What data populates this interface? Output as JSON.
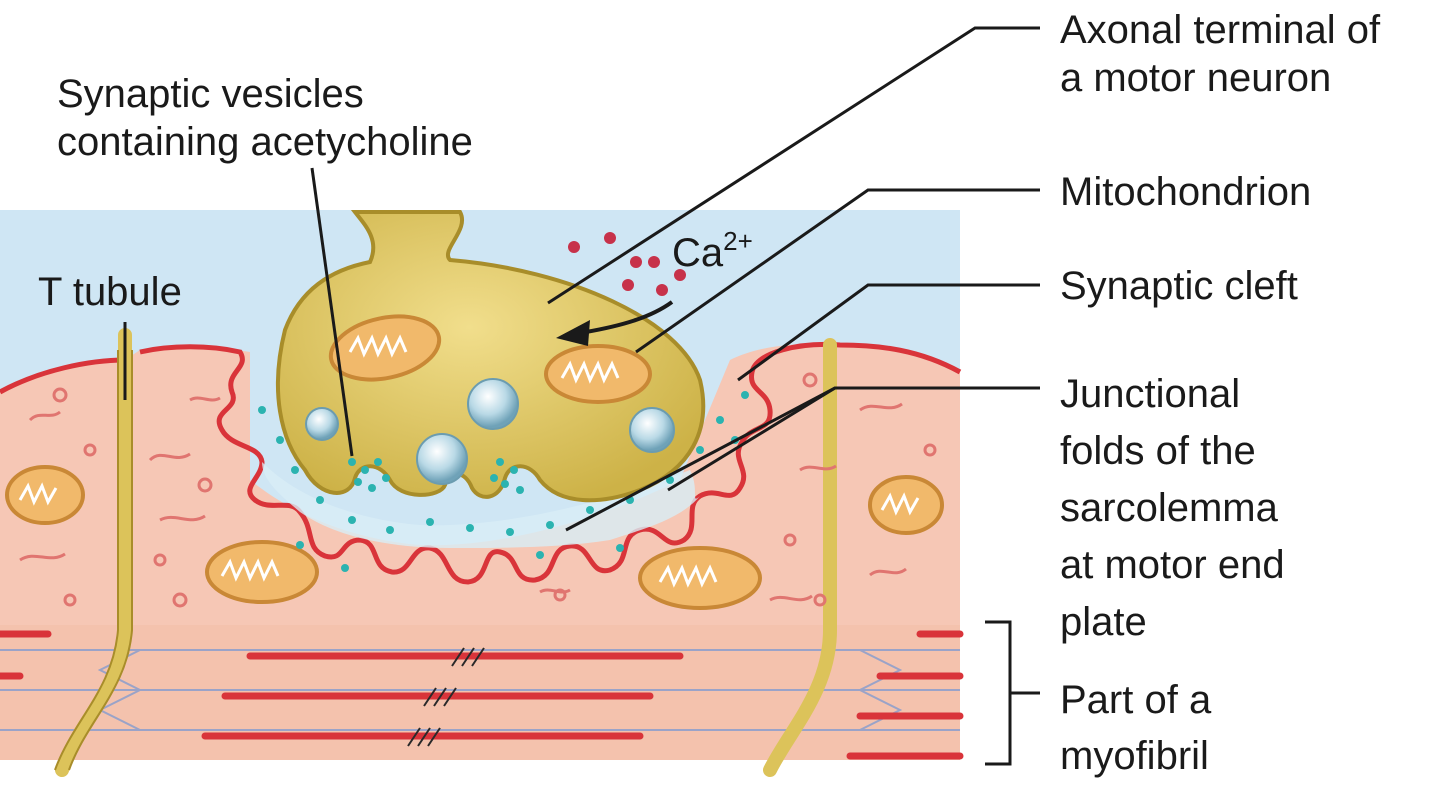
{
  "labels": {
    "vesicles": [
      "Synaptic vesicles",
      "containing acetycholine"
    ],
    "ttubule": [
      "T tubule"
    ],
    "ca": {
      "base": "Ca",
      "sup": "2+"
    },
    "axonal": [
      "Axonal terminal of",
      "a motor neuron"
    ],
    "mito": [
      "Mitochondrion"
    ],
    "cleft": [
      "Synaptic cleft"
    ],
    "folds": [
      "Junctional",
      "folds of the",
      "sarcolemma",
      "at motor end",
      "plate"
    ],
    "myofibril": [
      "Part of a",
      "myofibril"
    ]
  },
  "colors": {
    "extracellular": "#cfe6f4",
    "muscle": "#f6c7b5",
    "sarcolemma": "#d9343a",
    "terminal": "#dfc55f",
    "terminal_edge": "#a88d2a",
    "mito": "#f1b96b",
    "acetylcholine": "#2bb3b0",
    "calcium": "#c7324a"
  }
}
